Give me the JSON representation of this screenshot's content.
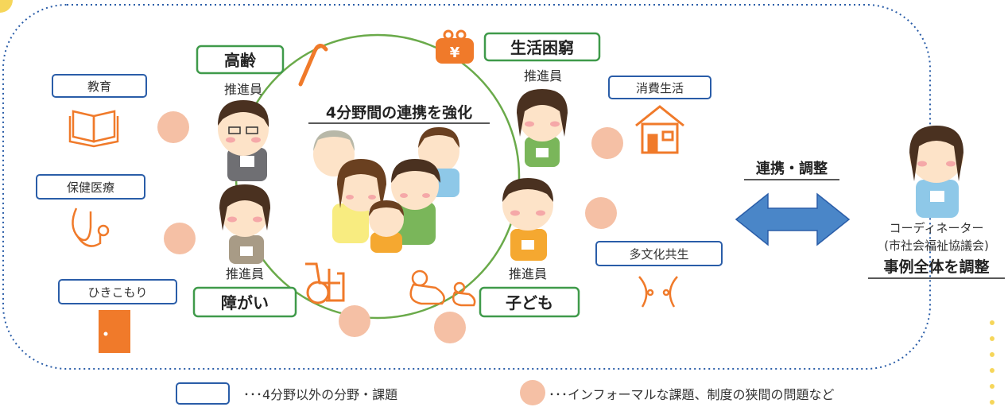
{
  "center_title": "4分野間の連携を強化",
  "core_areas": {
    "elderly": "高齢",
    "poverty": "生活困窮",
    "disability": "障がい",
    "children": "子ども"
  },
  "promoter_label": "推進員",
  "other_fields": {
    "education": "教育",
    "health": "保健医療",
    "hikikomori": "ひきこもり",
    "consumer": "消費生活",
    "multicultural": "多文化共生"
  },
  "yen_symbol": "¥",
  "coordination_label": "連携・調整",
  "coordinator": {
    "title": "コーディネーター",
    "affiliation": "(市社会福祉協議会)",
    "role": "事例全体を調整"
  },
  "legend": {
    "box_meaning": "･･･4分野以外の分野・課題",
    "circle_meaning": "･･･インフォーマルな課題、制度の狭間の問題など"
  },
  "colors": {
    "core_border": "#3f9a4a",
    "field_border": "#2a5da8",
    "accent_orange": "#f07a2a",
    "pink_circle": "#f5c0a5",
    "arrow_blue": "#4a86c8",
    "frame_dotted": "#2a5da8"
  }
}
